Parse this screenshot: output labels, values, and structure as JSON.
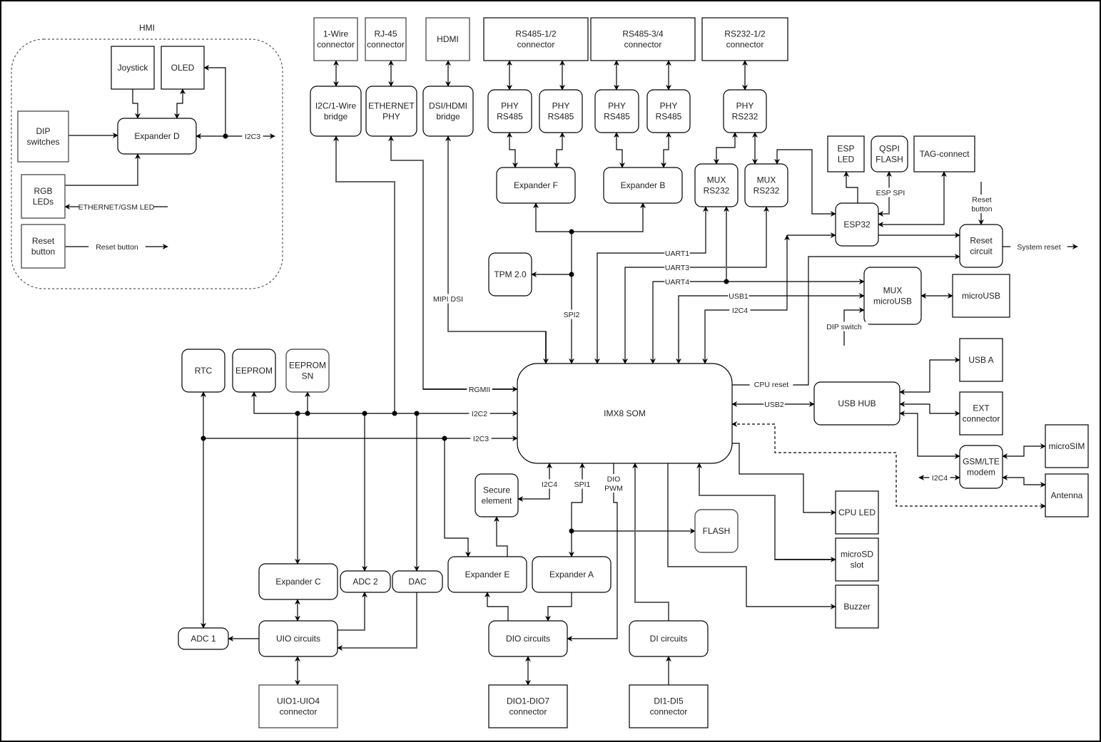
{
  "title": "System block diagram",
  "groups": {
    "hmi": "HMI"
  },
  "blocks": {
    "joystick": "Joystick",
    "oled": "OLED",
    "dip_switches": "DIP\nswitches",
    "expander_d": "Expander D",
    "rgb_leds": "RGB\nLEDs",
    "reset_button": "Reset\nbutton",
    "onewire_conn": "1-Wire\nconnector",
    "rj45_conn": "RJ-45\nconnector",
    "hdmi": "HDMI",
    "rs485_12_conn": "RS485-1/2\nconnector",
    "rs485_34_conn": "RS485-3/4\nconnector",
    "rs232_12_conn": "RS232-1/2\nconnector",
    "i2c_1wire_bridge": "I2C/1-Wire\nbridge",
    "ethernet_phy": "ETHERNET\nPHY",
    "dsi_hdmi_bridge": "DSI/HDMI\nbridge",
    "phy_rs485_1": "PHY\nRS485",
    "phy_rs485_2": "PHY\nRS485",
    "phy_rs485_3": "PHY\nRS485",
    "phy_rs485_4": "PHY\nRS485",
    "phy_rs232": "PHY\nRS232",
    "expander_f": "Expander F",
    "expander_b": "Expander B",
    "mux_rs232_1": "MUX\nRS232",
    "mux_rs232_2": "MUX\nRS232",
    "esp_led": "ESP\nLED",
    "qspi_flash": "QSPI\nFLASH",
    "tag_connect": "TAG-connect",
    "esp32": "ESP32",
    "reset_circuit": "Reset\ncircuit",
    "tpm": "TPM 2.0",
    "mux_microusb": "MUX\nmicroUSB",
    "microusb": "microUSB",
    "rtc": "RTC",
    "eeprom": "EEPROM",
    "eeprom_sn": "EEPROM\nSN",
    "imx8_som": "IMX8 SOM",
    "usb_hub": "USB HUB",
    "usb_a": "USB A",
    "ext_connector": "EXT\nconnector",
    "gsm_modem": "GSM/LTE\nmodem",
    "microsim": "microSIM",
    "antenna": "Antenna",
    "secure_element": "Secure\nelement",
    "flash": "FLASH",
    "cpu_led": "CPU LED",
    "microsd": "microSD\nslot",
    "buzzer": "Buzzer",
    "expander_c": "Expander C",
    "adc2": "ADC 2",
    "dac": "DAC",
    "expander_e": "Expander E",
    "expander_a": "Expander A",
    "adc1": "ADC 1",
    "uio_circuits": "UIO circuits",
    "dio_circuits": "DIO circuits",
    "di_circuits": "DI circuits",
    "uio_conn": "UIO1-UIO4\nconnector",
    "dio_conn": "DIO1-DIO7\nconnector",
    "di_conn": "DI1-DI5\nconnector"
  },
  "signals": {
    "hmi_i2c3": "I2C3",
    "ethernet_gsm_led": "ETHERNET/GSM LED",
    "hmi_reset_button": "Reset button",
    "esp_spi": "ESP SPI",
    "reset_button_in": "Reset\nbutton",
    "system_reset": "System reset",
    "uart1": "UART1",
    "uart3": "UART3",
    "uart4": "UART4",
    "usb1": "USB1",
    "i2c4_top": "I2C4",
    "dip_switch": "DIP switch",
    "mipi_dsi": "MIPI DSI",
    "spi2": "SPI2",
    "rgmii": "RGMII",
    "i2c2": "I2C2",
    "i2c3": "I2C3",
    "cpu_reset": "CPU reset",
    "usb2": "USB2",
    "i2c4_modem": "I2C4",
    "i2c4_bottom": "I2C4",
    "spi1": "SPI1",
    "dio_pwm": "DIO\nPWM"
  }
}
